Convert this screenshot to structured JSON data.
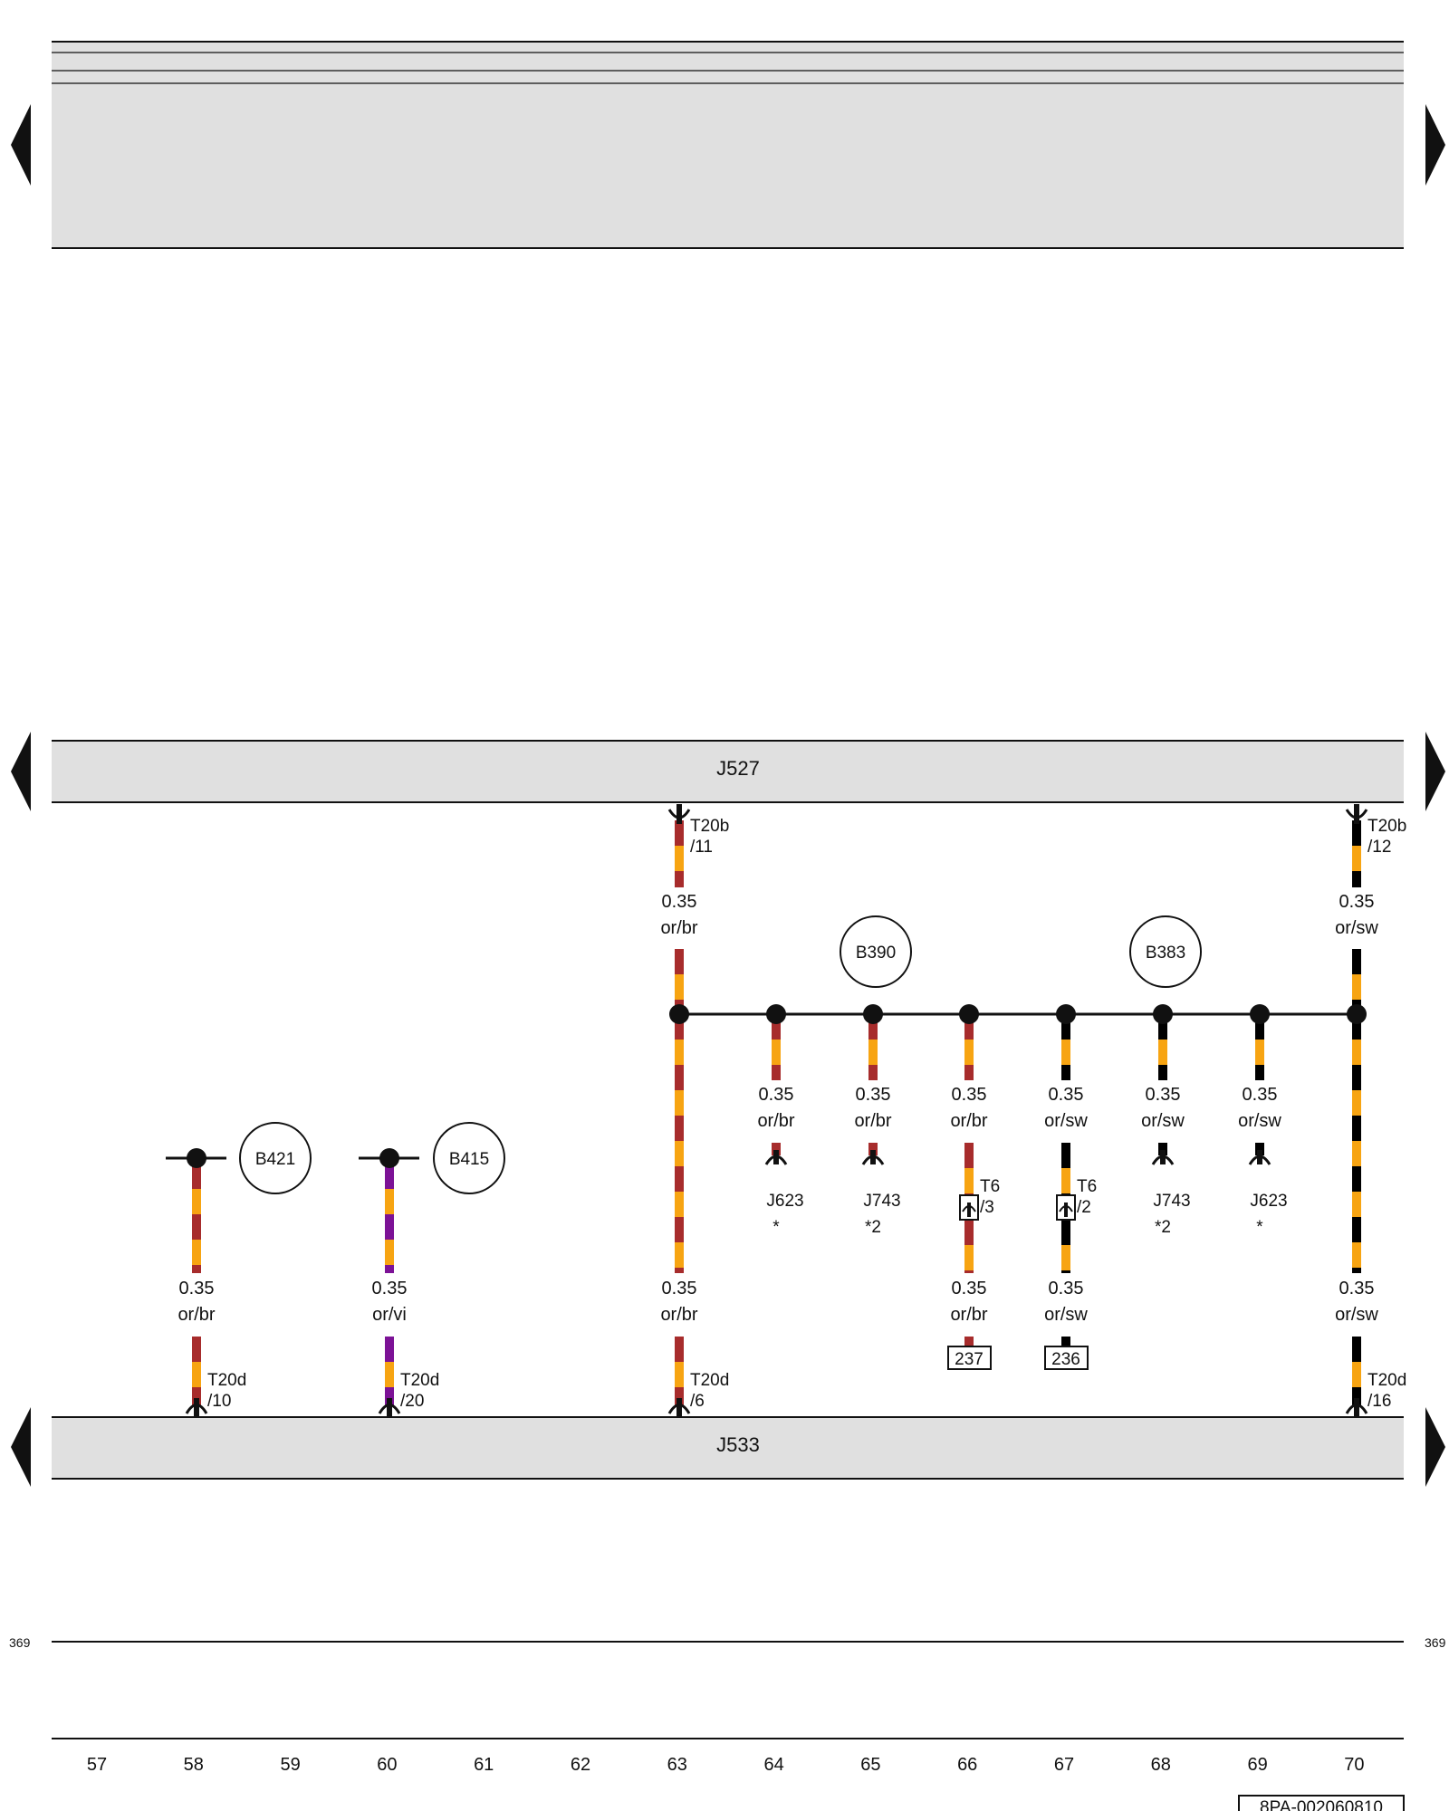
{
  "diagram_id": "8PA-002060810",
  "page_ref_left": "369",
  "page_ref_right": "369",
  "colors": {
    "or": "#f7a412",
    "br": "#a72c2c",
    "sw": "#000000",
    "vi": "#7c1296",
    "panel": "#e0e0e0"
  },
  "buses": {
    "top": {
      "label": "J527"
    },
    "bottom": {
      "label": "J533"
    }
  },
  "components": [
    {
      "id": "B421",
      "label": "B421"
    },
    {
      "id": "B415",
      "label": "B415"
    },
    {
      "id": "B390",
      "label": "B390"
    },
    {
      "id": "B383",
      "label": "B383"
    }
  ],
  "wires": [
    {
      "col": 58,
      "size": "0.35",
      "color": "or/br"
    },
    {
      "col": 60,
      "size": "0.35",
      "color": "or/vi"
    },
    {
      "col": 63,
      "size": "0.35",
      "color": "or/br"
    },
    {
      "col": 63,
      "size": "0.35",
      "color": "or/br"
    },
    {
      "col": 64,
      "size": "0.35",
      "color": "or/br"
    },
    {
      "col": 65,
      "size": "0.35",
      "color": "or/br"
    },
    {
      "col": 66,
      "size": "0.35",
      "color": "or/br"
    },
    {
      "col": 66,
      "size": "0.35",
      "color": "or/br"
    },
    {
      "col": 67,
      "size": "0.35",
      "color": "or/sw"
    },
    {
      "col": 67,
      "size": "0.35",
      "color": "or/sw"
    },
    {
      "col": 68,
      "size": "0.35",
      "color": "or/sw"
    },
    {
      "col": 69,
      "size": "0.35",
      "color": "or/sw"
    },
    {
      "col": 70,
      "size": "0.35",
      "color": "or/sw"
    },
    {
      "col": 70,
      "size": "0.35",
      "color": "or/sw"
    }
  ],
  "connectors": [
    {
      "col": 63,
      "name": "T20b",
      "pin": "/11"
    },
    {
      "col": 70,
      "name": "T20b",
      "pin": "/12"
    },
    {
      "col": 58,
      "name": "T20d",
      "pin": "/10"
    },
    {
      "col": 60,
      "name": "T20d",
      "pin": "/20"
    },
    {
      "col": 63,
      "name": "T20d",
      "pin": "/6"
    },
    {
      "col": 70,
      "name": "T20d",
      "pin": "/16"
    },
    {
      "col": 66,
      "name": "T6",
      "pin": "/3"
    },
    {
      "col": 67,
      "name": "T6",
      "pin": "/2"
    }
  ],
  "terminals": [
    {
      "col": 64,
      "label": "J623",
      "note": "*"
    },
    {
      "col": 65,
      "label": "J743",
      "note": "*2"
    },
    {
      "col": 68,
      "label": "J743",
      "note": "*2"
    },
    {
      "col": 69,
      "label": "J623",
      "note": "*"
    }
  ],
  "refs": [
    {
      "col": 66,
      "label": "237"
    },
    {
      "col": 67,
      "label": "236"
    }
  ],
  "columns": [
    "57",
    "58",
    "59",
    "60",
    "61",
    "62",
    "63",
    "64",
    "65",
    "66",
    "67",
    "68",
    "69",
    "70"
  ]
}
